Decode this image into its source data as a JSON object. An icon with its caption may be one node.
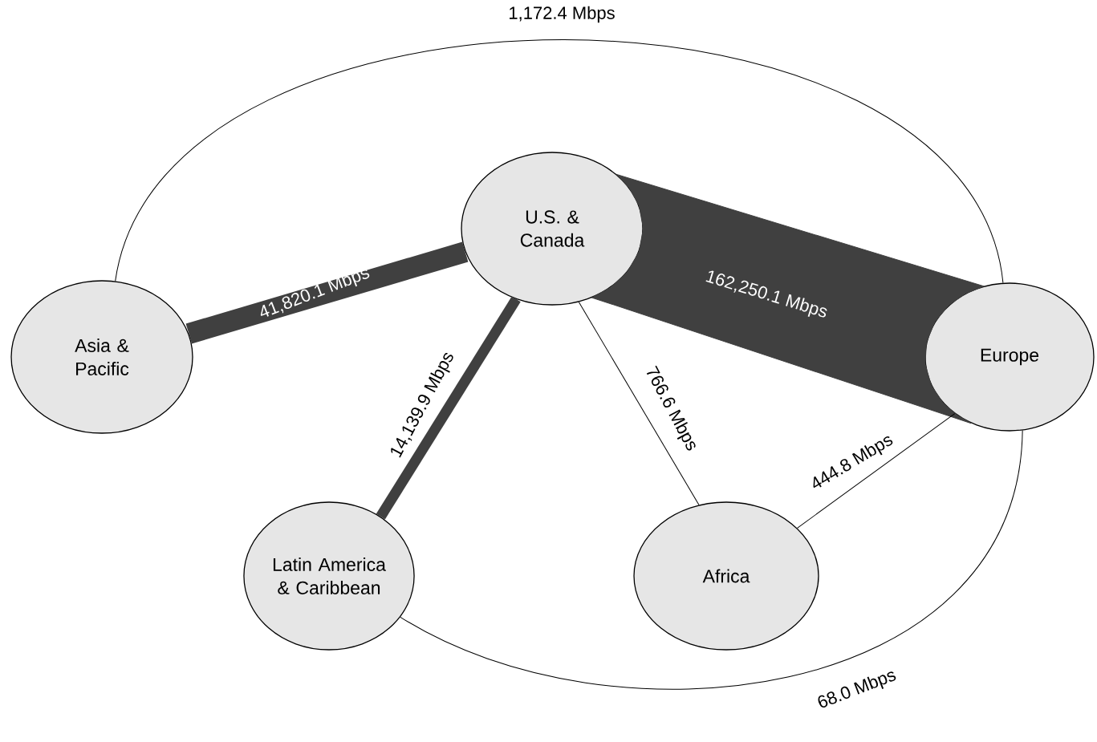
{
  "diagram": {
    "nodes": [
      {
        "text": [
          "U.S. & Canada"
        ]
      },
      {
        "text": [
          "Asia & Pacific"
        ]
      },
      {
        "text": [
          "Europe"
        ]
      },
      {
        "text": [
          "Latin America & Caribbean"
        ]
      },
      {
        "text": [
          "Africa"
        ]
      }
    ],
    "edges": [
      {
        "from": 1,
        "to": 0,
        "arrow": "none",
        "label": "41,820.1 Mbps",
        "style": "thick"
      },
      {
        "from": 0,
        "to": 2,
        "arrow": "none",
        "label": "162,250.1 Mbps",
        "style": "thick"
      },
      {
        "from": 0,
        "to": 3,
        "arrow": "none",
        "label": "14,139.9 Mbps",
        "style": "thick"
      },
      {
        "from": 0,
        "to": 4,
        "arrow": "none",
        "label": "766.6 Mbps"
      },
      {
        "from": 4,
        "to": 2,
        "arrow": "none",
        "label": "444.8 Mbps"
      },
      {
        "from": 1,
        "to": 2,
        "arrow": "none",
        "label": "1,172.4 Mbps"
      },
      {
        "from": 3,
        "to": 2,
        "arrow": "none",
        "label": "68.0 Mbps"
      }
    ]
  }
}
